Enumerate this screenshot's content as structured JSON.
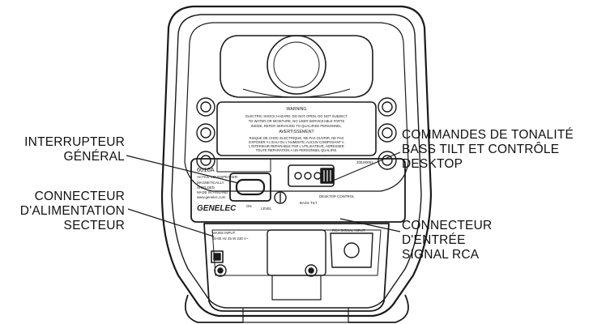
{
  "labels": {
    "power_switch": [
      "INTERRUPTEUR",
      "GÉNÉRAL"
    ],
    "mains_connector": [
      "CONNECTEUR",
      "D'ALIMENTATION",
      "SECTEUR"
    ],
    "tone_controls": [
      "COMMANDES DE TONALITÉ",
      "BASS TILT ET CONTRÔLE",
      "DESKTOP"
    ],
    "rca_input": [
      "CONNECTEUR",
      "D'ENTRÉE",
      "SIGNAL RCA"
    ]
  },
  "panel": {
    "warning_title": "WARNING",
    "warning_lines": [
      "ELECTRIC SHOCK HAZARD, DO NOT OPEN, DO NOT SUBJECT",
      "TO WATER OR MOISTURE, NO USER SERVICEABLE PARTS",
      "INSIDE, REFER SERVICING TO QUALIFIED PERSONNEL."
    ],
    "avertissement_title": "AVERTISSEMENT",
    "avertissement_lines": [
      "RISQUE DE CHOC ELECTRIQUE, NE PAS OUVRIR, NE PAS",
      "EXPOSER A L'EAU OU L'HUMIDITE, AUCUN COMPOSANT A",
      "L'INTERIEUR REPARABLE PAR L'UTILISATEUR, ADRESSER",
      "TOUTE REPARATION A UN PERSONNEL QUALIFIE."
    ],
    "model": "6010A",
    "model_lines": [
      "ACTIVE LOUDSPEAKER",
      "MAGNETICALLY",
      "SHIELDED",
      "MADE IN FINLAND",
      "www.genelec.com"
    ],
    "brand": "GENELEC",
    "on_label": "ON",
    "level_label": "LEVEL",
    "bass_tilt_label": "BASS TILT",
    "desktop_label": "DESKTOP CONTROL",
    "mains_input_label": "MAINS INPUT",
    "mains_spec": "50-60 Hz  25 W  230 V~",
    "rca_signal_label": "RCA SIGNAL INPUT",
    "serial": "2004/0001"
  },
  "colors": {
    "line": "#1a1a1a",
    "fill": "#ffffff",
    "shade": "#e6e6e6",
    "text": "#111111"
  }
}
